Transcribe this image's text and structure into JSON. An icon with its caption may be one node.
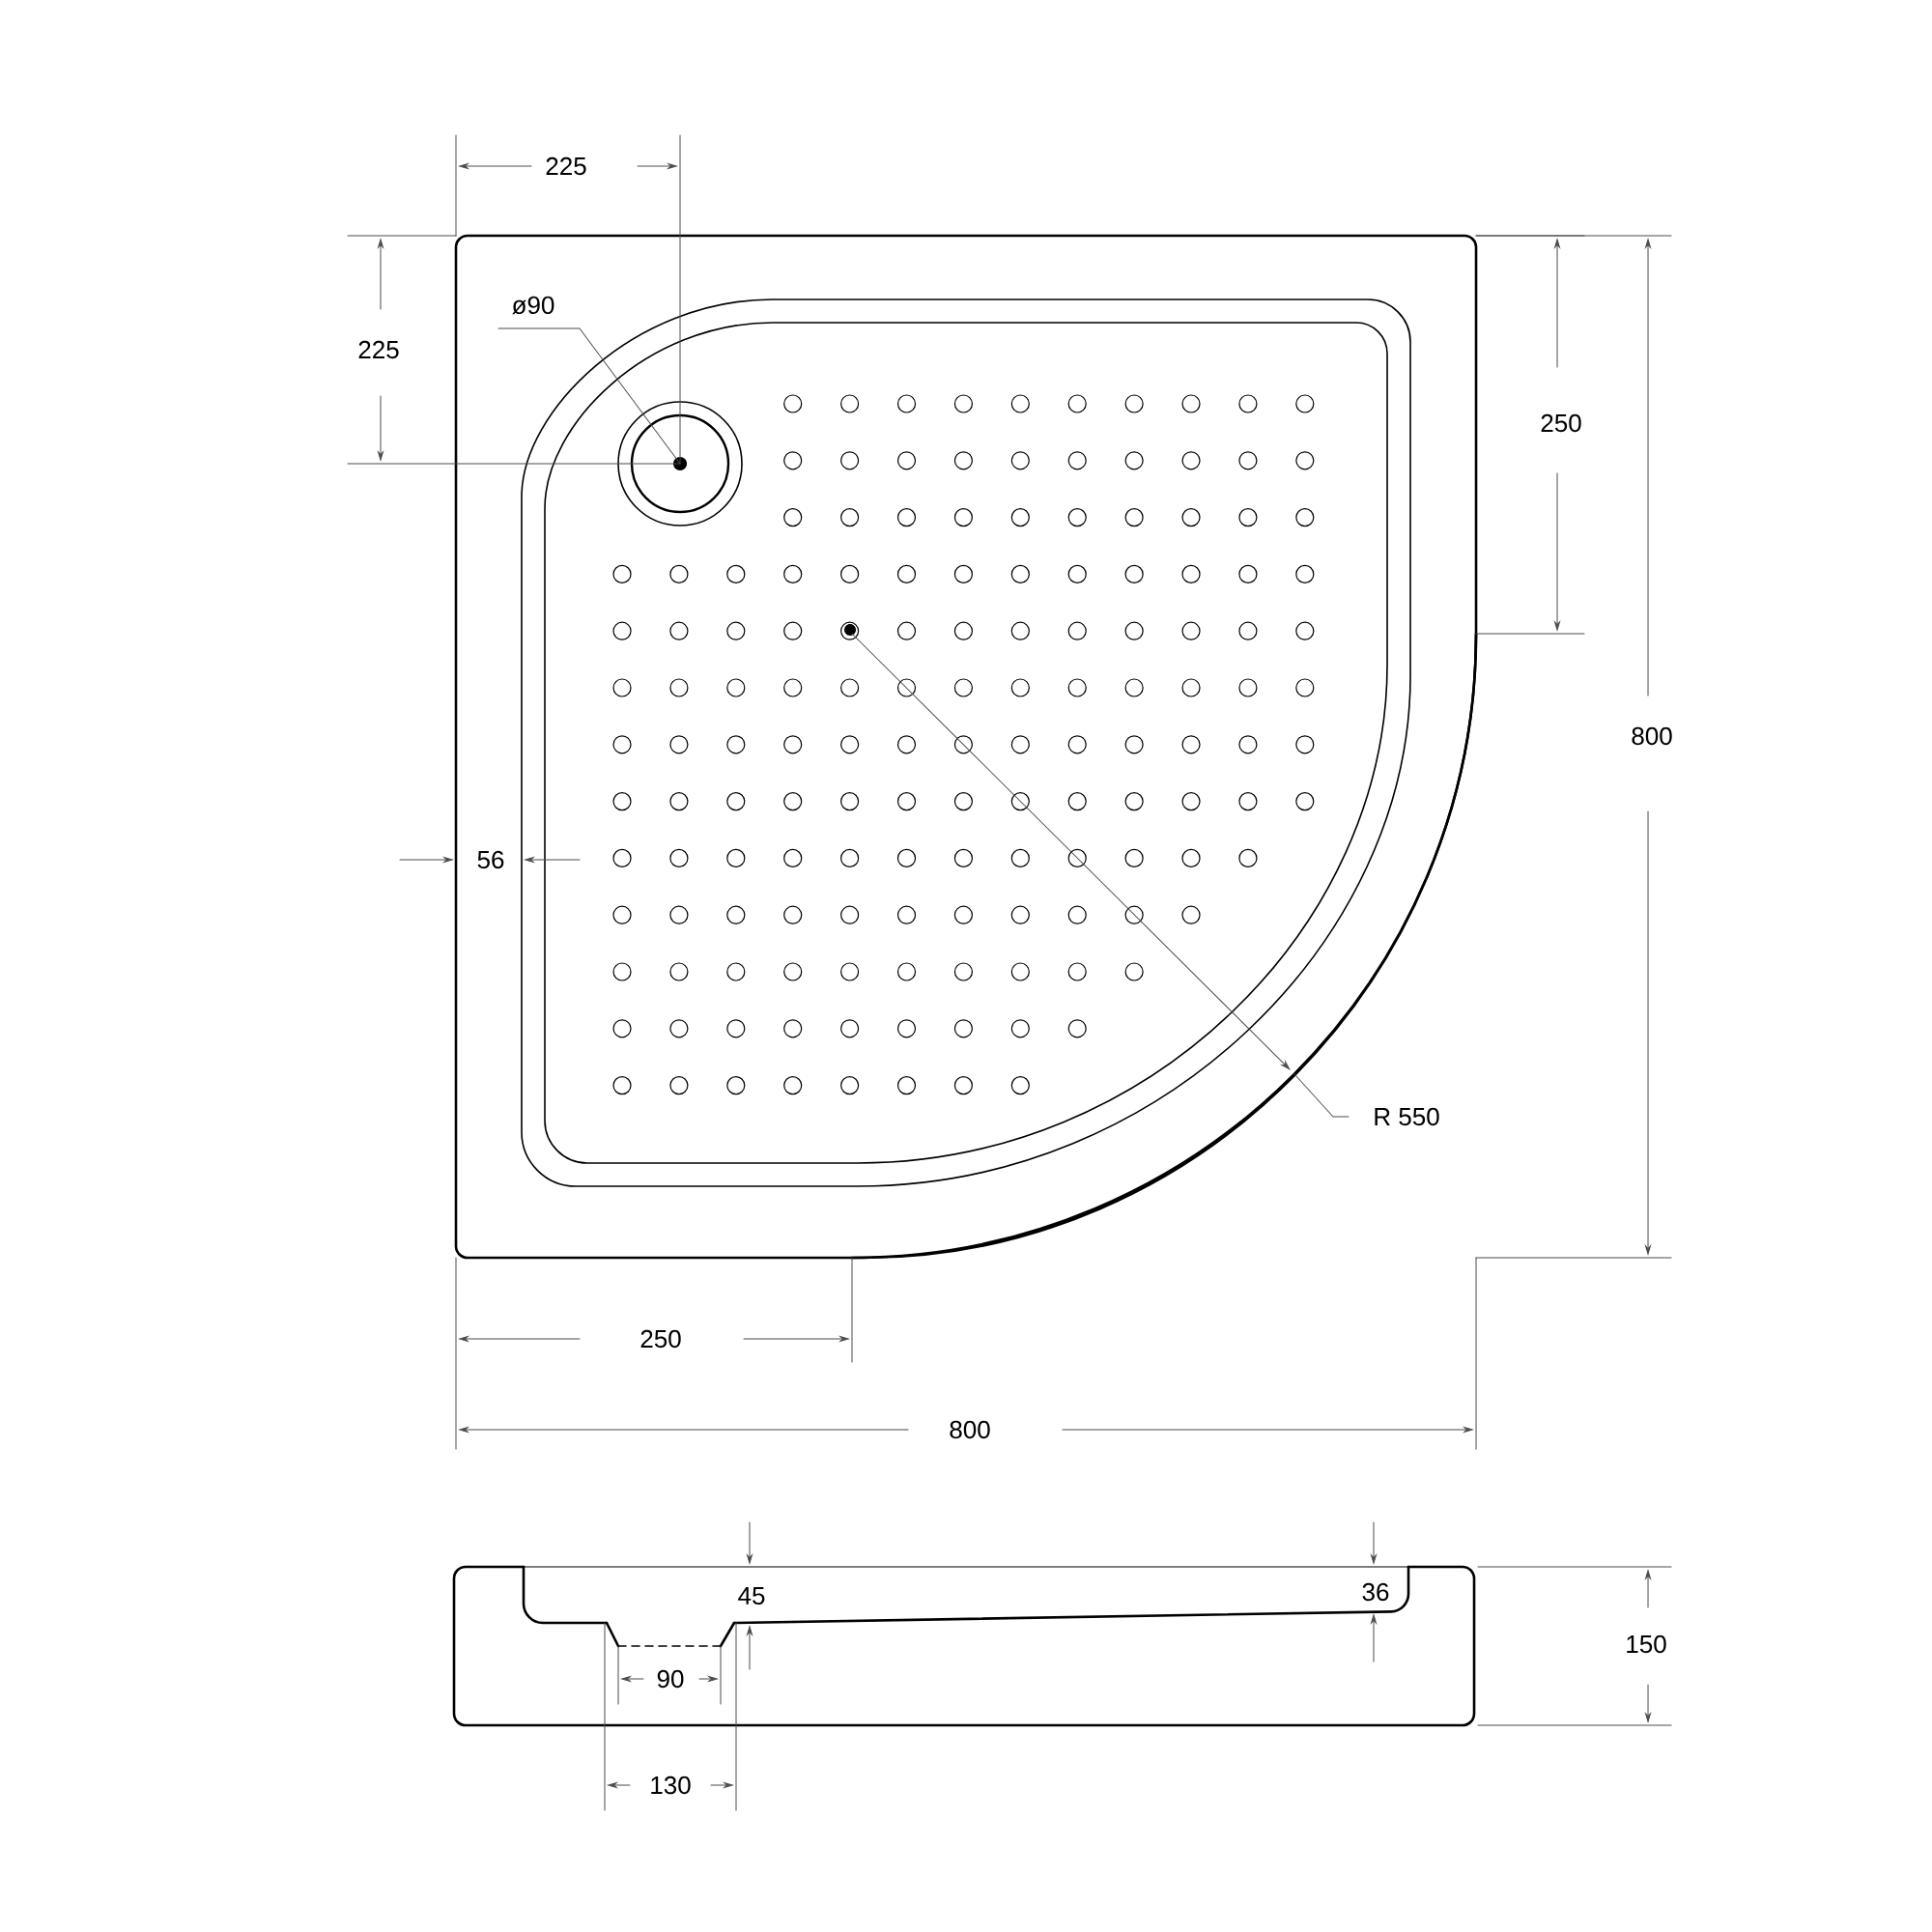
{
  "diagram": {
    "labels": [
      "225",
      "225",
      "ø90",
      "250",
      "800",
      "56",
      "R 550",
      "250",
      "800",
      "45",
      "36",
      "150",
      "90",
      "130"
    ]
  }
}
